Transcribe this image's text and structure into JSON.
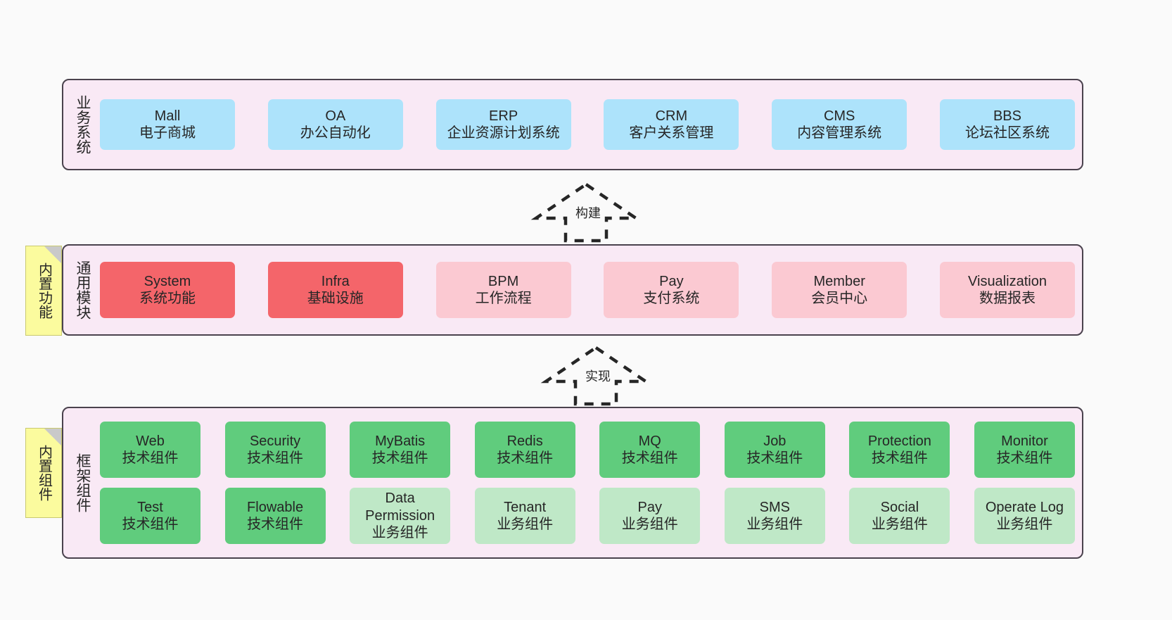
{
  "diagram": {
    "background_color": "#fafafa",
    "layer_fill": "#f9e9f5",
    "layer_border": "#4a424d",
    "note_fill": "#fbfb9e"
  },
  "notes": [
    {
      "label": "内置功能"
    },
    {
      "label": "内置组件"
    }
  ],
  "connectors": [
    {
      "label": "构建",
      "style": "dashed-hollow-arrow-up"
    },
    {
      "label": "实现",
      "style": "dashed-hollow-arrow-up"
    }
  ],
  "layers": [
    {
      "id": "business",
      "title": "业务系统",
      "color": "#ade3fb",
      "rows": [
        [
          {
            "name": "Mall",
            "desc": "电子商城",
            "color": "#ade3fb"
          },
          {
            "name": "OA",
            "desc": "办公自动化",
            "color": "#ade3fb"
          },
          {
            "name": "ERP",
            "desc": "企业资源计划系统",
            "color": "#ade3fb"
          },
          {
            "name": "CRM",
            "desc": "客户关系管理",
            "color": "#ade3fb"
          },
          {
            "name": "CMS",
            "desc": "内容管理系统",
            "color": "#ade3fb"
          },
          {
            "name": "BBS",
            "desc": "论坛社区系统",
            "color": "#ade3fb"
          }
        ]
      ]
    },
    {
      "id": "common",
      "title": "通用模块",
      "rows": [
        [
          {
            "name": "System",
            "desc": "系统功能",
            "color": "#f4656a"
          },
          {
            "name": "Infra",
            "desc": "基础设施",
            "color": "#f4656a"
          },
          {
            "name": "BPM",
            "desc": "工作流程",
            "color": "#fbc9d2"
          },
          {
            "name": "Pay",
            "desc": "支付系统",
            "color": "#fbc9d2"
          },
          {
            "name": "Member",
            "desc": "会员中心",
            "color": "#fbc9d2"
          },
          {
            "name": "Visualization",
            "desc": "数据报表",
            "color": "#fbc9d2"
          }
        ]
      ]
    },
    {
      "id": "framework",
      "title": "框架组件",
      "rows": [
        [
          {
            "name": "Web",
            "desc": "技术组件",
            "color": "#60cc7d"
          },
          {
            "name": "Security",
            "desc": "技术组件",
            "color": "#60cc7d"
          },
          {
            "name": "MyBatis",
            "desc": "技术组件",
            "color": "#60cc7d"
          },
          {
            "name": "Redis",
            "desc": "技术组件",
            "color": "#60cc7d"
          },
          {
            "name": "MQ",
            "desc": "技术组件",
            "color": "#60cc7d"
          },
          {
            "name": "Job",
            "desc": "技术组件",
            "color": "#60cc7d"
          },
          {
            "name": "Protection",
            "desc": "技术组件",
            "color": "#60cc7d"
          },
          {
            "name": "Monitor",
            "desc": "技术组件",
            "color": "#60cc7d"
          }
        ],
        [
          {
            "name": "Test",
            "desc": "技术组件",
            "color": "#60cc7d"
          },
          {
            "name": "Flowable",
            "desc": "技术组件",
            "color": "#60cc7d"
          },
          {
            "name": "Data Permission",
            "desc": "业务组件",
            "color": "#bfe8c7"
          },
          {
            "name": "Tenant",
            "desc": "业务组件",
            "color": "#bfe8c7"
          },
          {
            "name": "Pay",
            "desc": "业务组件",
            "color": "#bfe8c7"
          },
          {
            "name": "SMS",
            "desc": "业务组件",
            "color": "#bfe8c7"
          },
          {
            "name": "Social",
            "desc": "业务组件",
            "color": "#bfe8c7"
          },
          {
            "name": "Operate Log",
            "desc": "业务组件",
            "color": "#bfe8c7"
          }
        ]
      ]
    }
  ]
}
